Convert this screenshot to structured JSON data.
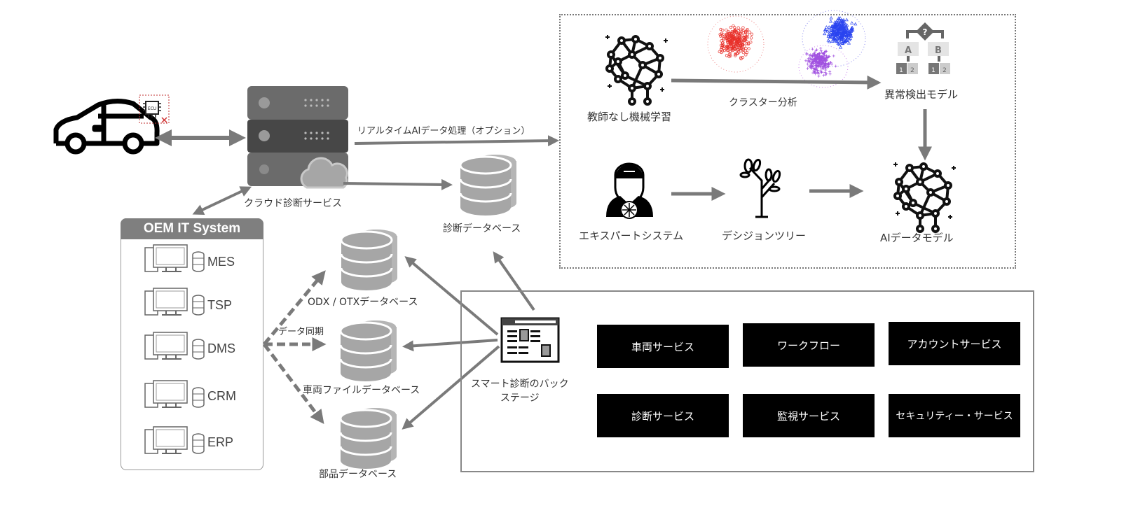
{
  "vehicle": {
    "ecu_label": "ECU"
  },
  "cloud": {
    "label": "クラウド診断サービス",
    "realtime_label": "リアルタイムAIデータ処理（オプション）"
  },
  "oem": {
    "title": "OEM IT System",
    "systems": [
      {
        "label": "MES"
      },
      {
        "label": "TSP"
      },
      {
        "label": "DMS"
      },
      {
        "label": "CRM"
      },
      {
        "label": "ERP"
      }
    ]
  },
  "sync_label": "データ同期",
  "databases": {
    "diagnostic": "診断データベース",
    "odx_otx": "ODX / OTXデータベース",
    "vehicle_file": "車両ファイルデータベース",
    "parts": "部品データベース"
  },
  "backstage": {
    "label_line1": "スマート診断のバック",
    "label_line2": "ステージ",
    "services": [
      {
        "label": "車両サービス"
      },
      {
        "label": "ワークフロー"
      },
      {
        "label": "アカウントサービス"
      },
      {
        "label": "診断サービス"
      },
      {
        "label": "監視サービス"
      },
      {
        "label": "セキュリティー・サービス"
      }
    ]
  },
  "ai": {
    "unsupervised": "教師なし機械学習",
    "cluster": "クラスター分析",
    "anomaly": "異常検出モデル",
    "expert": "エキスパートシステム",
    "decision_tree": "デシジョンツリー",
    "ai_model": "AIデータモデル",
    "tree_nodes": {
      "q": "?",
      "a": "A",
      "b": "B",
      "one": "1",
      "two": "2"
    }
  },
  "colors": {
    "arrow": "#7a7a7a",
    "server": "#6b6b6b",
    "server_mid": "#474747",
    "db": "#a6a6a6",
    "cluster_red": "#e8302a",
    "cluster_blue": "#2a44f0",
    "cluster_purple": "#a050e0"
  }
}
